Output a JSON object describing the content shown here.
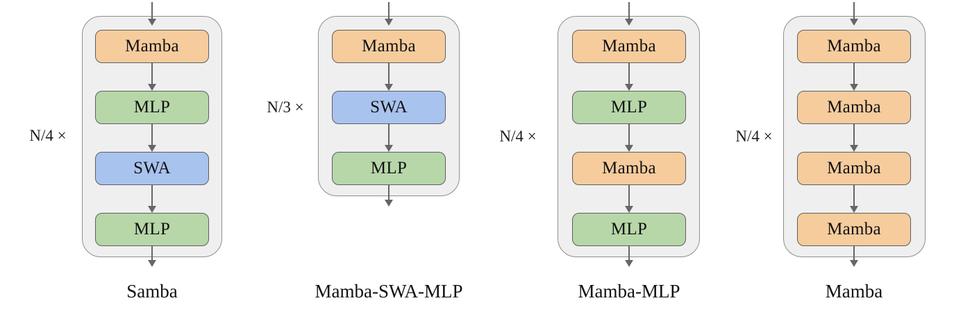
{
  "colors": {
    "container_fill": "#efefef",
    "container_border": "#8f8f8f",
    "block_border": "#5e5e5e",
    "mamba_fill": "#f6cc9d",
    "mlp_fill": "#b7d7a9",
    "swa_fill": "#a9c3ef",
    "arrow_color": "#666666"
  },
  "diagrams": [
    {
      "caption": "Samba",
      "repeat": "N/4 ×",
      "blocks": [
        {
          "label": "Mamba",
          "type": "mamba"
        },
        {
          "label": "MLP",
          "type": "mlp"
        },
        {
          "label": "SWA",
          "type": "swa"
        },
        {
          "label": "MLP",
          "type": "mlp"
        }
      ]
    },
    {
      "caption": "Mamba-SWA-MLP",
      "repeat": "N/3 ×",
      "blocks": [
        {
          "label": "Mamba",
          "type": "mamba"
        },
        {
          "label": "SWA",
          "type": "swa"
        },
        {
          "label": "MLP",
          "type": "mlp"
        }
      ]
    },
    {
      "caption": "Mamba-MLP",
      "repeat": "N/4 ×",
      "blocks": [
        {
          "label": "Mamba",
          "type": "mamba"
        },
        {
          "label": "MLP",
          "type": "mlp"
        },
        {
          "label": "Mamba",
          "type": "mamba"
        },
        {
          "label": "MLP",
          "type": "mlp"
        }
      ]
    },
    {
      "caption": "Mamba",
      "repeat": "N/4 ×",
      "blocks": [
        {
          "label": "Mamba",
          "type": "mamba"
        },
        {
          "label": "Mamba",
          "type": "mamba"
        },
        {
          "label": "Mamba",
          "type": "mamba"
        },
        {
          "label": "Mamba",
          "type": "mamba"
        }
      ]
    }
  ]
}
